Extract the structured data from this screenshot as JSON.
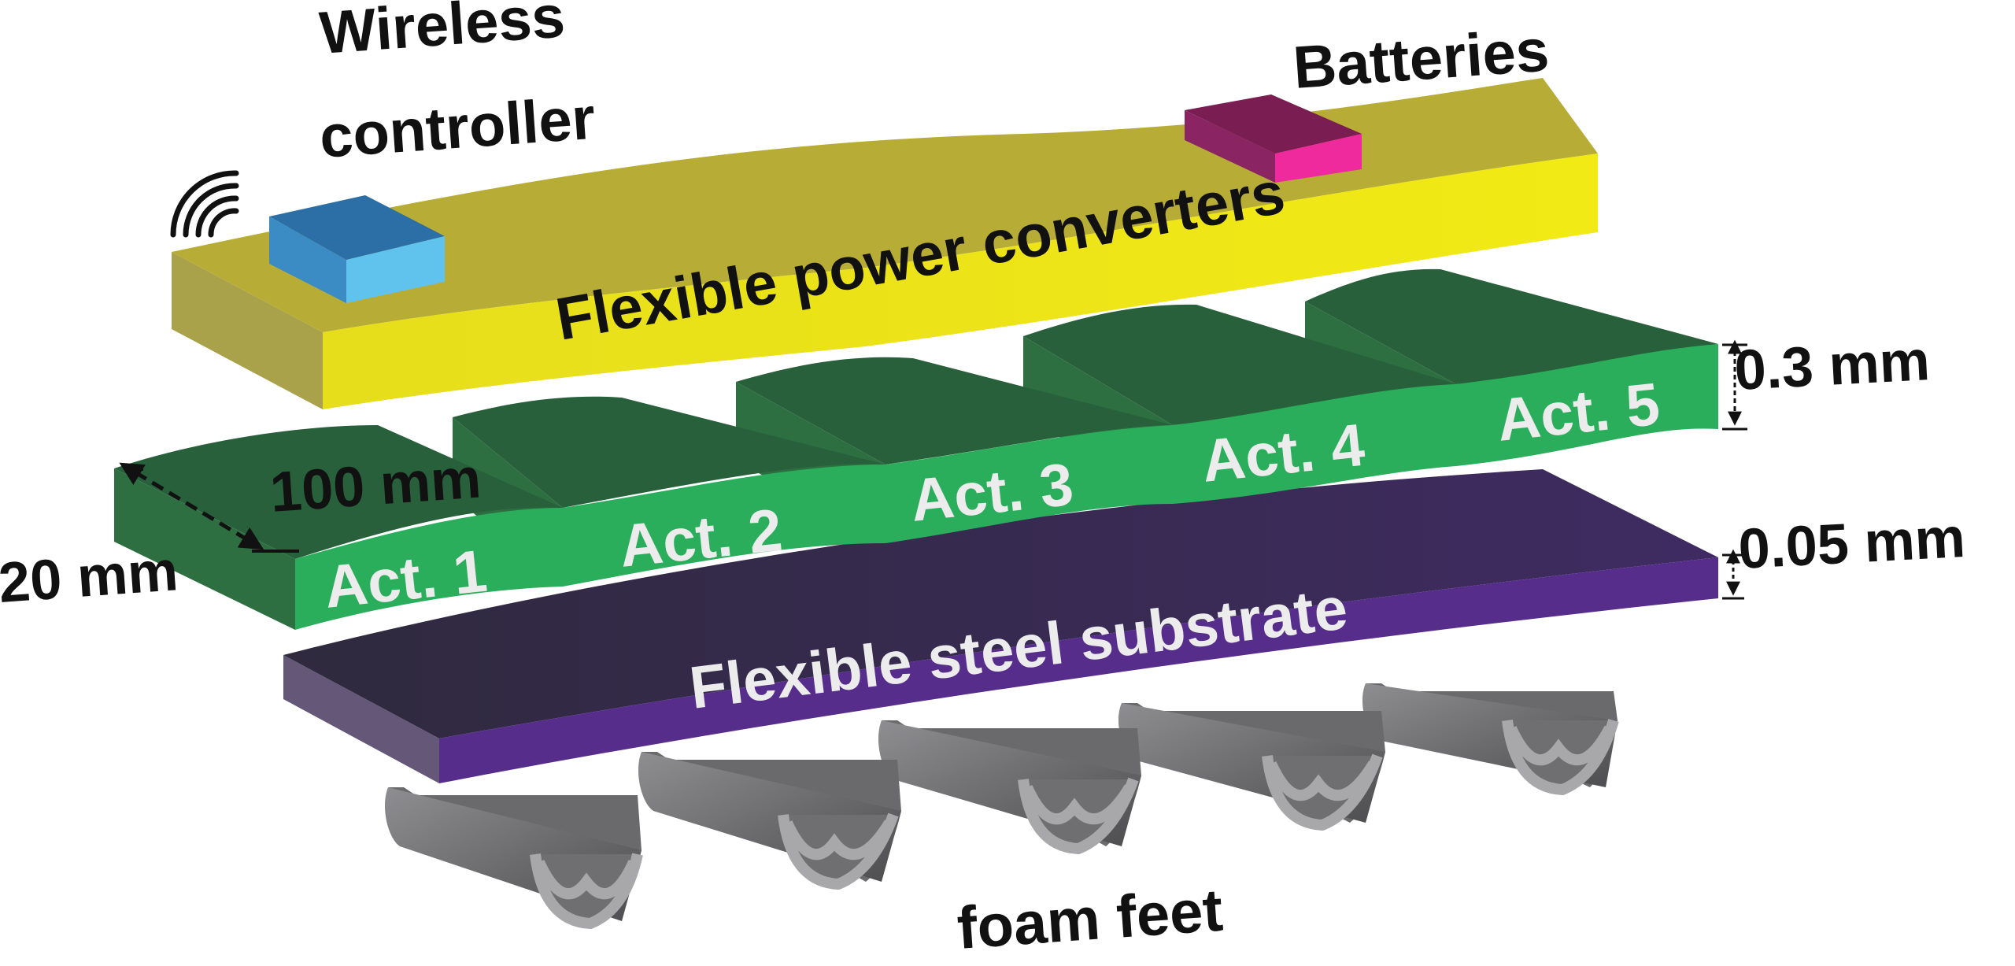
{
  "labels": {
    "wireless": [
      "Wireless",
      "controller"
    ],
    "batteries": "Batteries",
    "power": "Flexible power converters",
    "substrate": "Flexible steel substrate",
    "feet": "foam feet",
    "dim_length": "100 mm",
    "dim_width": "20 mm",
    "dim_act_thickness": "0.3 mm",
    "dim_sub_thickness": "0.05 mm"
  },
  "actuators": [
    "Act. 1",
    "Act. 2",
    "Act. 3",
    "Act. 4",
    "Act. 5"
  ],
  "colors": {
    "power_top": "#b7ad36",
    "power_front": "#ece316",
    "power_side": "#a9a24a",
    "act_top": "#27603a",
    "act_front": "#2aae5c",
    "act_side": "#2e6f42",
    "sub_top": "#3a2b58",
    "sub_front": "#572d8c",
    "sub_side": "#655778",
    "controller_top": "#2c6fa6",
    "controller_front": "#5fc3ee",
    "battery_top": "#7a1d52",
    "battery_front": "#ee2a9c",
    "foot_dark": "#4d4d4f",
    "foot_light": "#8e8e91",
    "foot_edge": "#aaaaad"
  }
}
